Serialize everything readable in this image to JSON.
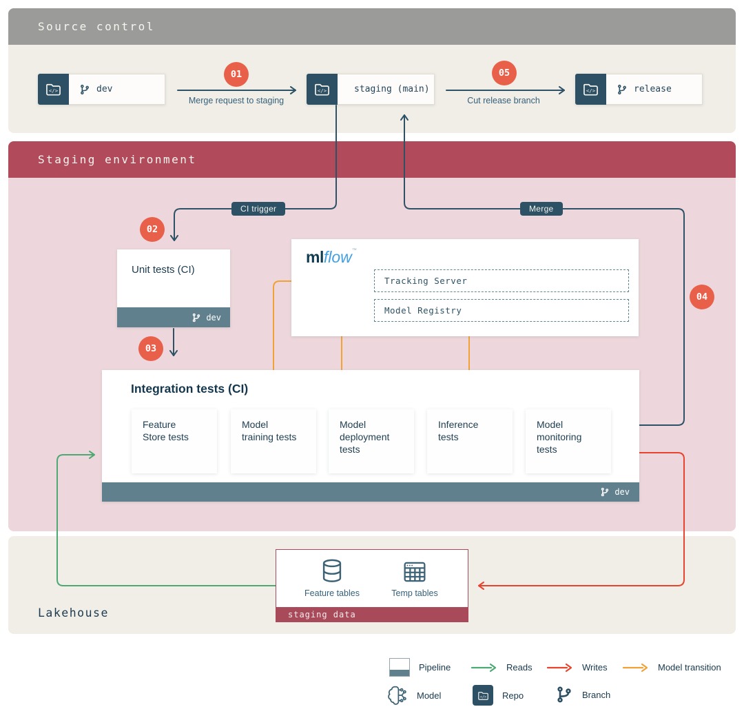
{
  "source_control": {
    "title": "Source control",
    "repos": [
      {
        "name": "dev"
      },
      {
        "name": "staging (main)"
      },
      {
        "name": "release"
      }
    ],
    "flow_labels": [
      {
        "badge": "01",
        "label": "Merge request to staging"
      },
      {
        "badge": "05",
        "label": "Cut release branch"
      }
    ]
  },
  "staging": {
    "title": "Staging environment",
    "badge_02": "02",
    "badge_03": "03",
    "badge_04": "04",
    "ci_trigger": "CI trigger",
    "merge": "Merge",
    "unit_tests": {
      "title": "Unit tests (CI)",
      "branch": "dev"
    },
    "mlflow": {
      "wordmark_ml": "ml",
      "wordmark_flow": "flow",
      "tm": "™",
      "tracking_server": "Tracking Server",
      "model_registry": "Model Registry"
    },
    "integration": {
      "title": "Integration tests (CI)",
      "branch": "dev",
      "steps": [
        "Feature Store tests",
        "Model training tests",
        "Model deployment tests",
        "Inference tests",
        "Model monitoring tests"
      ]
    }
  },
  "lakehouse": {
    "title": "Lakehouse",
    "staging_data": {
      "label": "staging data",
      "feature_tables": "Feature tables",
      "temp_tables": "Temp tables"
    }
  },
  "legend": {
    "pipeline": "Pipeline",
    "reads": "Reads",
    "writes": "Writes",
    "model_transition": "Model transition",
    "model": "Model",
    "repo": "Repo",
    "branch": "Branch"
  },
  "colors": {
    "slate": "#2e5265",
    "slate_footer": "#61808e",
    "maroon_header": "#b14b5c",
    "maroon_data": "#a94a5a",
    "pink_bg": "#edd7dc",
    "cream_bg": "#f1eee7",
    "gray_header": "#9b9b99",
    "badge_orange": "#e9604a",
    "arrow_orange": "#f0a237",
    "arrow_green": "#4ea873",
    "arrow_red": "#e8432c",
    "mlflow_blue": "#41a0e3"
  }
}
